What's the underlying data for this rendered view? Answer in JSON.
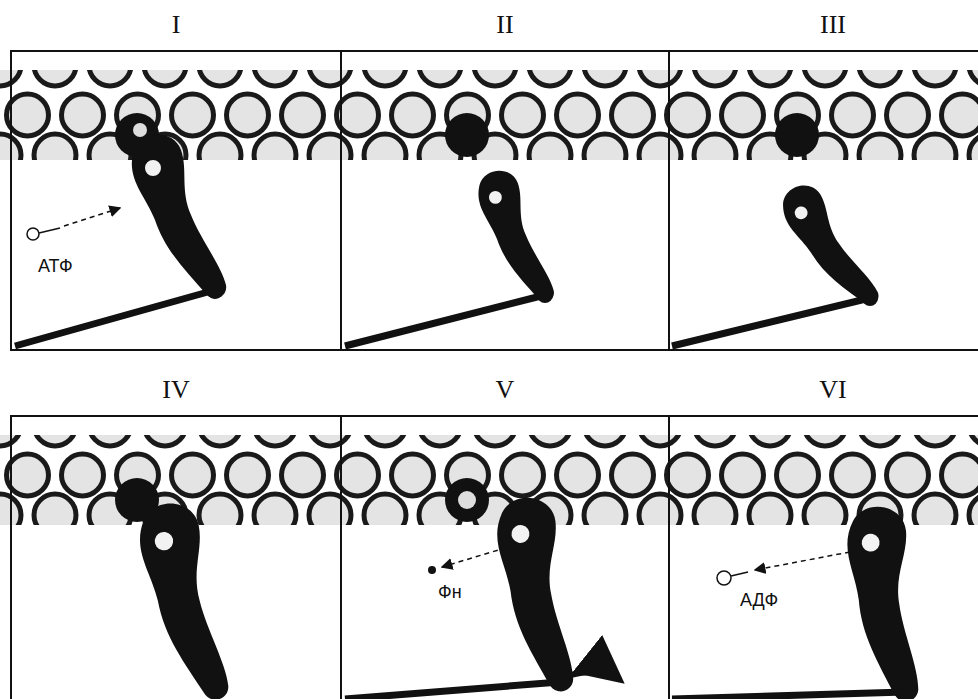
{
  "diagram": {
    "nodes": [
      {
        "text": [
          "I"
        ]
      },
      {
        "text": [
          "II"
        ]
      },
      {
        "text": [
          "III"
        ]
      },
      {
        "text": [
          "IV"
        ]
      },
      {
        "text": [
          "V"
        ]
      },
      {
        "text": [
          "VI"
        ]
      }
    ],
    "labels": [
      "АТФ",
      "Фн",
      "АДФ"
    ]
  }
}
